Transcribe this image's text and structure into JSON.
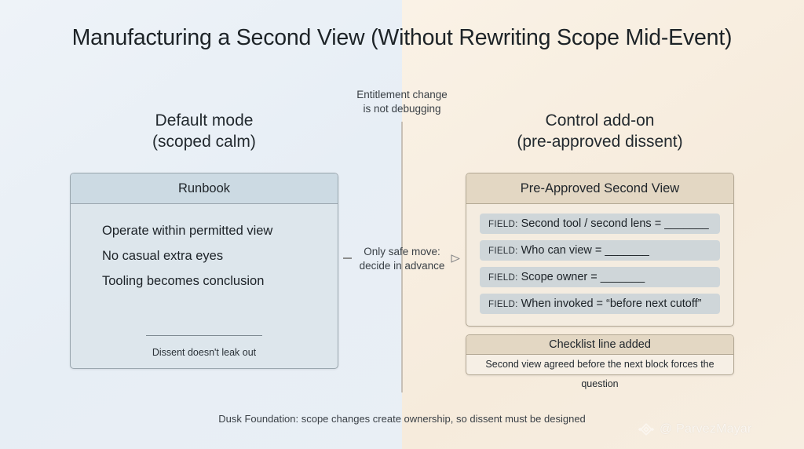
{
  "title": "Manufacturing a Second View (Without Rewriting Scope Mid-Event)",
  "colors": {
    "left_bg": "#eaf0f6",
    "right_bg": "#f8efe2",
    "left_card_header": "#ccdae3",
    "left_card_body": "#dde6ec",
    "right_card_header": "#e3d7c3",
    "right_card_body": "#f4ece0",
    "field_pill": "#cfd6d9",
    "divider": "#b9b2a6",
    "text": "#1c2227"
  },
  "left_panel": {
    "heading_line1": "Default mode",
    "heading_line2": "(scoped calm)",
    "card": {
      "header": "Runbook",
      "lines": [
        "Operate within permitted view",
        "No casual extra eyes",
        "Tooling becomes conclusion"
      ],
      "footnote": "Dissent doesn't leak out"
    }
  },
  "center": {
    "top_caption_line1": "Entitlement change",
    "top_caption_line2": "is not debugging",
    "mid_caption_line1": "Only safe move:",
    "mid_caption_line2": "decide in advance",
    "arrow_icon": "arrow-right-outline-icon",
    "dash_icon": "dash-icon"
  },
  "right_panel": {
    "heading_line1": "Control add-on",
    "heading_line2": "(pre-approved dissent)",
    "card": {
      "header": "Pre-Approved Second View",
      "fields": [
        {
          "key": "FIELD:",
          "value": "Second tool / second lens = _______"
        },
        {
          "key": "FIELD:",
          "value": "Who can view = _______"
        },
        {
          "key": "FIELD:",
          "value": "Scope owner = _______"
        },
        {
          "key": "FIELD:",
          "value": "When invoked = “before next cutoff”"
        }
      ]
    },
    "checklist": {
      "header": "Checklist line added",
      "body": "Second view agreed before the next block forces the question"
    }
  },
  "footer": "Dusk Foundation: scope changes create ownership, so dissent must be designed",
  "watermark": {
    "logo": "diamond-logo-icon",
    "handle": "@ ParvezMayar"
  }
}
